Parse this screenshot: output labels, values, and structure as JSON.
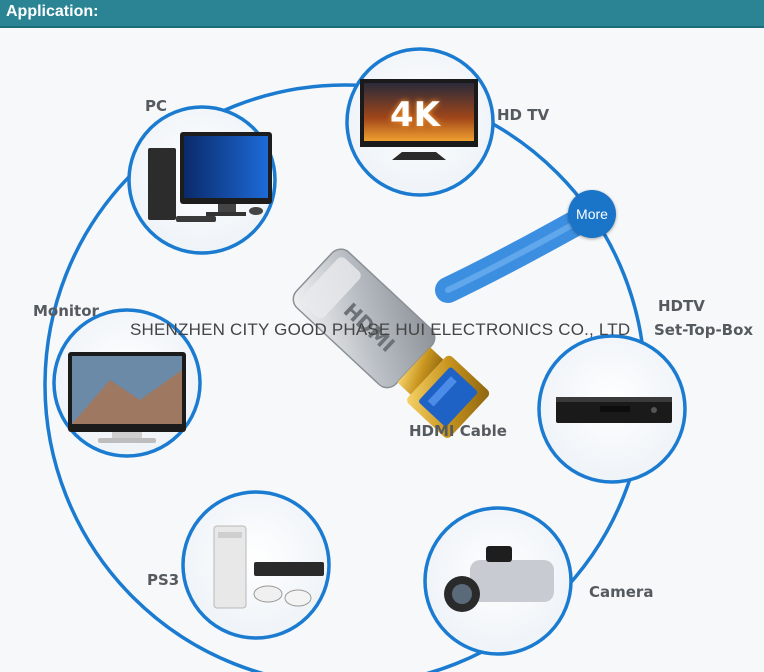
{
  "header": {
    "title": "Application:"
  },
  "devices": {
    "pc": "PC",
    "hdtv_top": "HD TV",
    "monitor": "Monitor",
    "hdtv_box_line1": "HDTV",
    "hdtv_box_line2": "Set-Top-Box",
    "ps3": "PS3",
    "camera": "Camera"
  },
  "center_label": "HDMI Cable",
  "more_button": "More",
  "watermark": "SHENZHEN CITY GOOD PHASE HUI ELECTRONICS CO., LTD",
  "tv_screen_text": "4K",
  "connector_text": "HDMI",
  "colors": {
    "header": "#2a8494",
    "ring": "#1a7bd0",
    "cable": "#3c8fe0",
    "accent_button": "#1a74c8"
  }
}
